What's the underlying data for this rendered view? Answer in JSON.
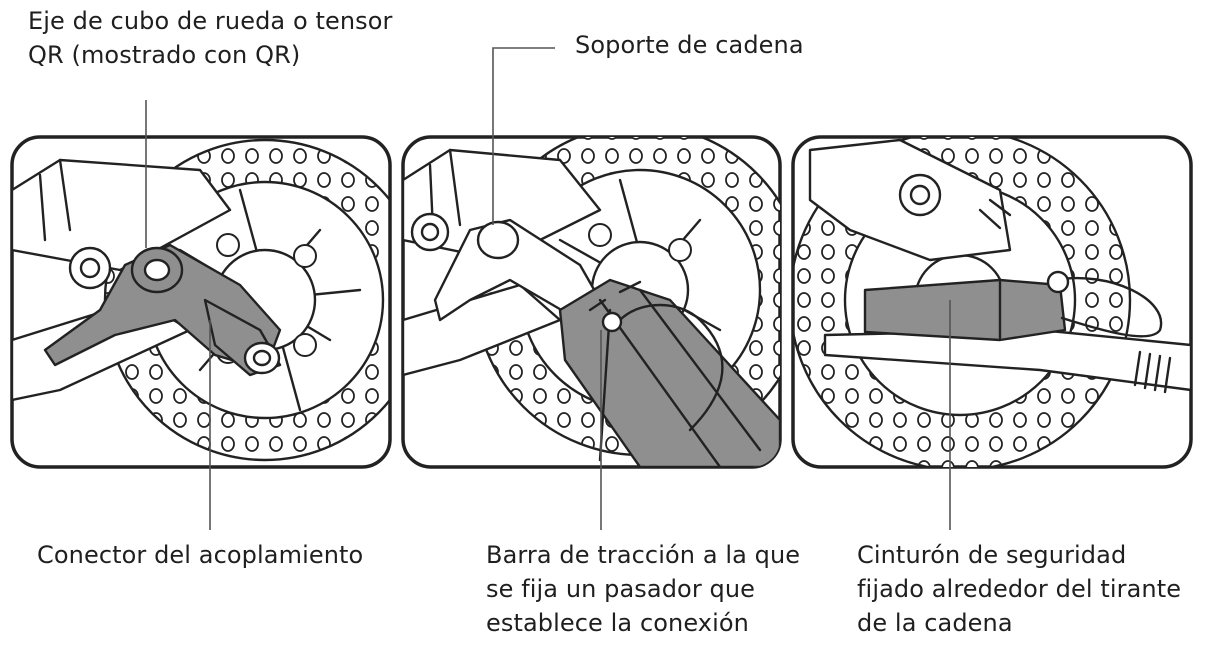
{
  "labels": {
    "hub_axle": [
      "Eje de cubo de rueda o tensor",
      "QR (mostrado con QR)"
    ],
    "chain_stay": [
      "Soporte de cadena"
    ],
    "coupler": [
      "Conector del acoplamiento"
    ],
    "tow_bar": [
      "Barra de tracción a la que",
      "se fija un pasador que",
      "establece la conexión"
    ],
    "safety_strap": [
      "Cinturón de seguridad",
      "fijado alrededor del tirante",
      "de la cadena"
    ]
  },
  "colors": {
    "line": "#222222",
    "part_fill": "#8f8f8f",
    "background": "#ffffff"
  }
}
